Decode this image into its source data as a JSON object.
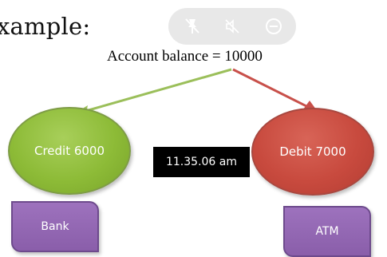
{
  "heading": "xample:",
  "balance_label": "Account balance = 10000",
  "credit": {
    "label": "Credit 6000",
    "color": "#8dbb37"
  },
  "debit": {
    "label": "Debit 7000",
    "color": "#c84a3e"
  },
  "time": "11.35.06 am",
  "bank": {
    "label": "Bank",
    "color": "#8a5eaa"
  },
  "atm": {
    "label": "ATM",
    "color": "#8a5eaa"
  },
  "arrows": {
    "left_color": "#9bbf5a",
    "right_color": "#c8504a"
  },
  "toolbar": {
    "icons": [
      "pin-off-icon",
      "mute-icon",
      "minus-circle-icon"
    ]
  }
}
